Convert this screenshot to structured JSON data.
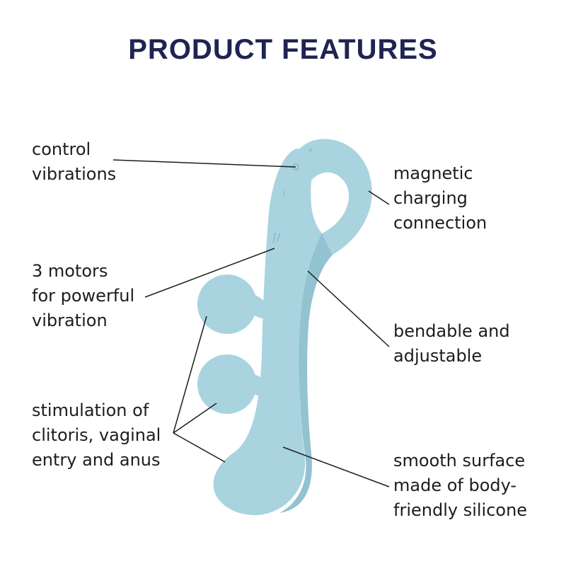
{
  "page": {
    "title": "PRODUCT FEATURES"
  },
  "features": {
    "control": {
      "lines": [
        "control",
        "vibrations"
      ]
    },
    "motors": {
      "lines": [
        "3 motors",
        "for powerful",
        "vibration"
      ]
    },
    "stimulation": {
      "lines": [
        "stimulation of",
        "clitoris, vaginal",
        "entry and anus"
      ]
    },
    "magnetic": {
      "lines": [
        "magnetic",
        "charging",
        "connection"
      ]
    },
    "bendable": {
      "lines": [
        "bendable and",
        "adjustable"
      ]
    },
    "smooth": {
      "lines": [
        "smooth surface",
        "made of body-",
        "friendly silicone"
      ]
    }
  },
  "colors": {
    "title": "#1f2452",
    "text": "#1d1d1b",
    "product_fill": "#a9d3df",
    "product_shade": "#93c2d0",
    "leader_line": "#1d1d1b"
  }
}
